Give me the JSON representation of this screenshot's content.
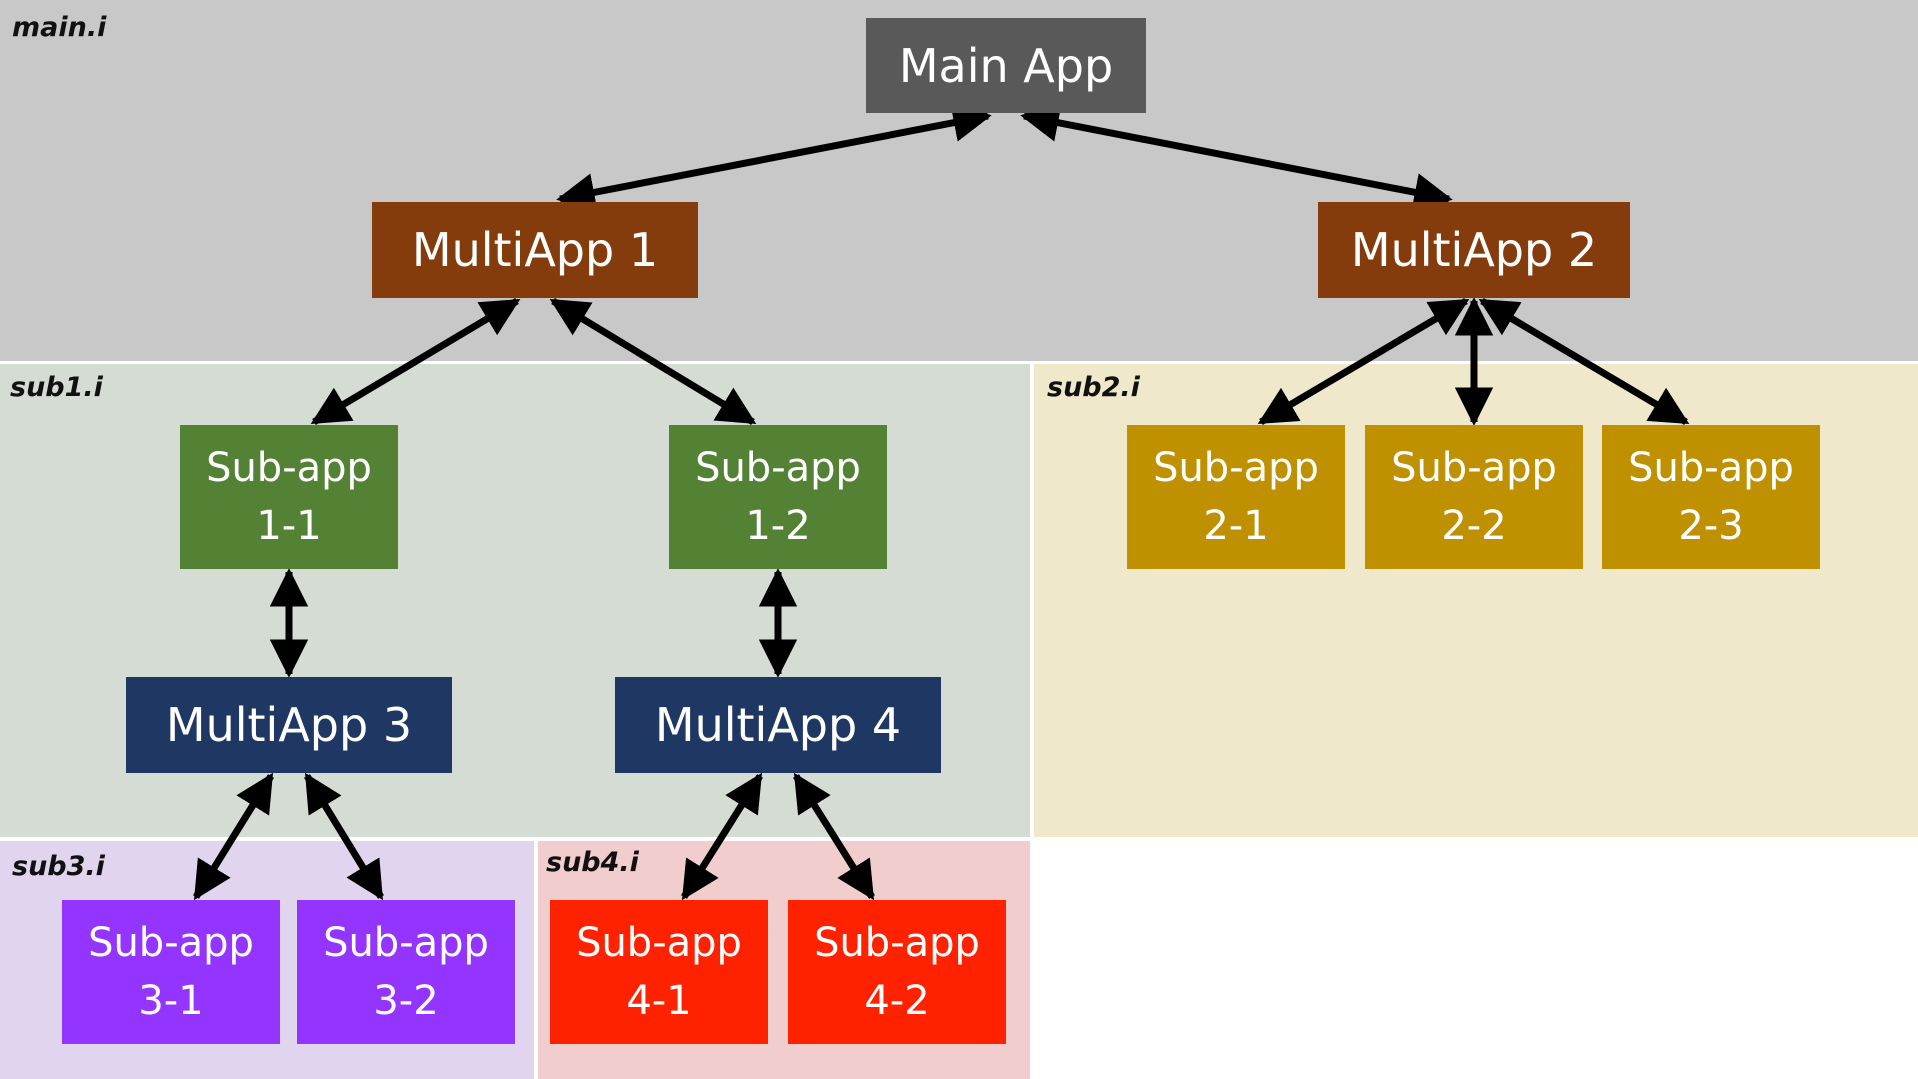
{
  "colors": {
    "main_region": "#c8c8c8",
    "sub1_region": "#d5dcd3",
    "sub2_region": "#f0e8cb",
    "sub3_region": "#e1d4ee",
    "sub4_region": "#f1cdcd",
    "main_app": "#595959",
    "multiapp_1_2": "#843c0c",
    "multiapp_3_4": "#1f3763",
    "subapp_1": "#548235",
    "subapp_2": "#bf9000",
    "subapp_3": "#9334ff",
    "subapp_4": "#ff2200",
    "arrow": "#000000"
  },
  "regions": {
    "main": {
      "label": "main.i"
    },
    "sub1": {
      "label": "sub1.i"
    },
    "sub2": {
      "label": "sub2.i"
    },
    "sub3": {
      "label": "sub3.i"
    },
    "sub4": {
      "label": "sub4.i"
    }
  },
  "nodes": {
    "main_app": {
      "label": "Main App"
    },
    "multiapp_1": {
      "label": "MultiApp 1"
    },
    "multiapp_2": {
      "label": "MultiApp 2"
    },
    "multiapp_3": {
      "label": "MultiApp 3"
    },
    "multiapp_4": {
      "label": "MultiApp 4"
    },
    "subapp_1_1": {
      "line1": "Sub-app",
      "line2": "1-1"
    },
    "subapp_1_2": {
      "line1": "Sub-app",
      "line2": "1-2"
    },
    "subapp_2_1": {
      "line1": "Sub-app",
      "line2": "2-1"
    },
    "subapp_2_2": {
      "line1": "Sub-app",
      "line2": "2-2"
    },
    "subapp_2_3": {
      "line1": "Sub-app",
      "line2": "2-3"
    },
    "subapp_3_1": {
      "line1": "Sub-app",
      "line2": "3-1"
    },
    "subapp_3_2": {
      "line1": "Sub-app",
      "line2": "3-2"
    },
    "subapp_4_1": {
      "line1": "Sub-app",
      "line2": "4-1"
    },
    "subapp_4_2": {
      "line1": "Sub-app",
      "line2": "4-2"
    }
  },
  "edges": [
    [
      "main_app",
      "multiapp_1"
    ],
    [
      "main_app",
      "multiapp_2"
    ],
    [
      "multiapp_1",
      "subapp_1_1"
    ],
    [
      "multiapp_1",
      "subapp_1_2"
    ],
    [
      "multiapp_2",
      "subapp_2_1"
    ],
    [
      "multiapp_2",
      "subapp_2_2"
    ],
    [
      "multiapp_2",
      "subapp_2_3"
    ],
    [
      "subapp_1_1",
      "multiapp_3"
    ],
    [
      "subapp_1_2",
      "multiapp_4"
    ],
    [
      "multiapp_3",
      "subapp_3_1"
    ],
    [
      "multiapp_3",
      "subapp_3_2"
    ],
    [
      "multiapp_4",
      "subapp_4_1"
    ],
    [
      "multiapp_4",
      "subapp_4_2"
    ]
  ]
}
